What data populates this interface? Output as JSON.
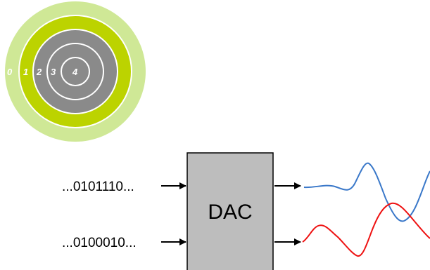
{
  "target": {
    "ring_labels": [
      "0",
      "1",
      "2",
      "3",
      "4"
    ],
    "colors": {
      "outer": "#cfe896",
      "middle": "#bcd300",
      "inner": "#8a8a8a",
      "rings": "#ffffff"
    }
  },
  "dac": {
    "label": "DAC",
    "fill": "#bdbdbd"
  },
  "inputs": [
    {
      "bits": "...0101110..."
    },
    {
      "bits": "...0100010..."
    }
  ],
  "signals": {
    "upper_color": "#3a78c9",
    "lower_color": "#ee1111"
  }
}
